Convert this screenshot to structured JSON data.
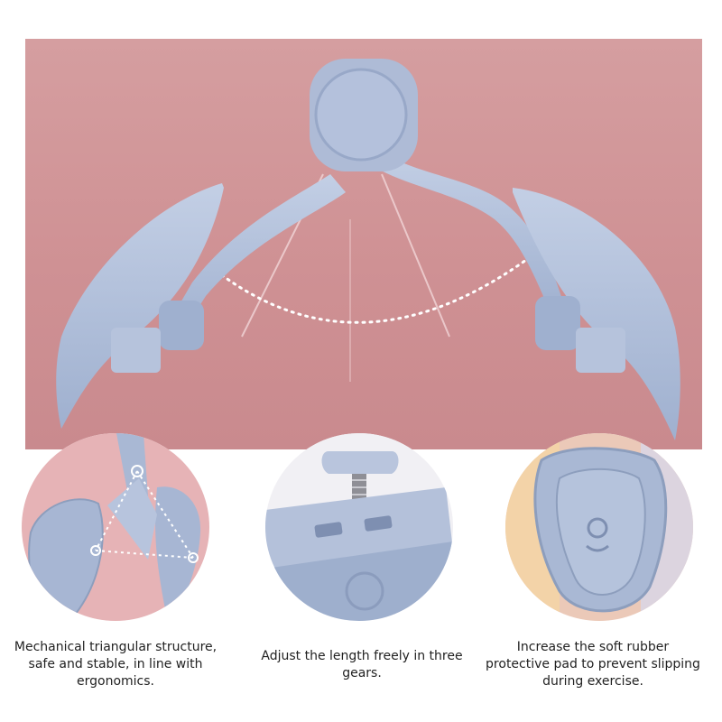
{
  "colors": {
    "background_top": "#d59ea0",
    "background_bottom": "#c98a8e",
    "device": "#a9b8d4",
    "device_shadow": "#8d9ebd",
    "device_highlight": "#c7d2e6",
    "caption_text": "#222222"
  },
  "features": [
    {
      "caption": "Mechanical triangular structure, safe and stable, in line with ergonomics."
    },
    {
      "caption": "Adjust the length freely in three gears."
    },
    {
      "caption": "Increase the soft rubber protective pad to prevent slipping during exercise."
    }
  ]
}
